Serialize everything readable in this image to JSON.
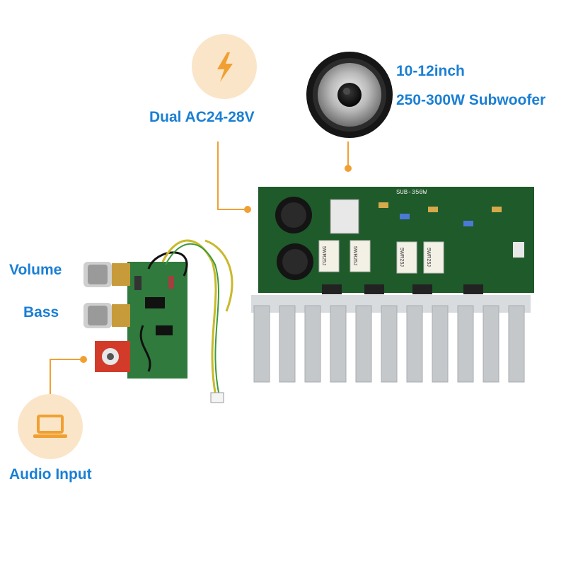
{
  "labels": {
    "power": "Dual AC24-28V",
    "speaker_line1": "10-12inch",
    "speaker_line2": "250-300W Subwoofer",
    "volume": "Volume",
    "bass": "Bass",
    "audio_input": "Audio Input"
  },
  "board_silkscreen": "SUB-350W",
  "capacitor_markings": [
    "5WR25J",
    "5WR25J",
    "5WR25J",
    "5WR25J"
  ],
  "colors": {
    "label_text": "#1a7fd4",
    "icon_circle": "#fbe5c8",
    "icon_fill": "#f0a032",
    "connector_line": "#f0a032",
    "pcb_green": "#1f5a2a",
    "heatsink": "#cfd2d4"
  },
  "icons": [
    "lightning-icon",
    "laptop-icon",
    "speaker-image"
  ]
}
